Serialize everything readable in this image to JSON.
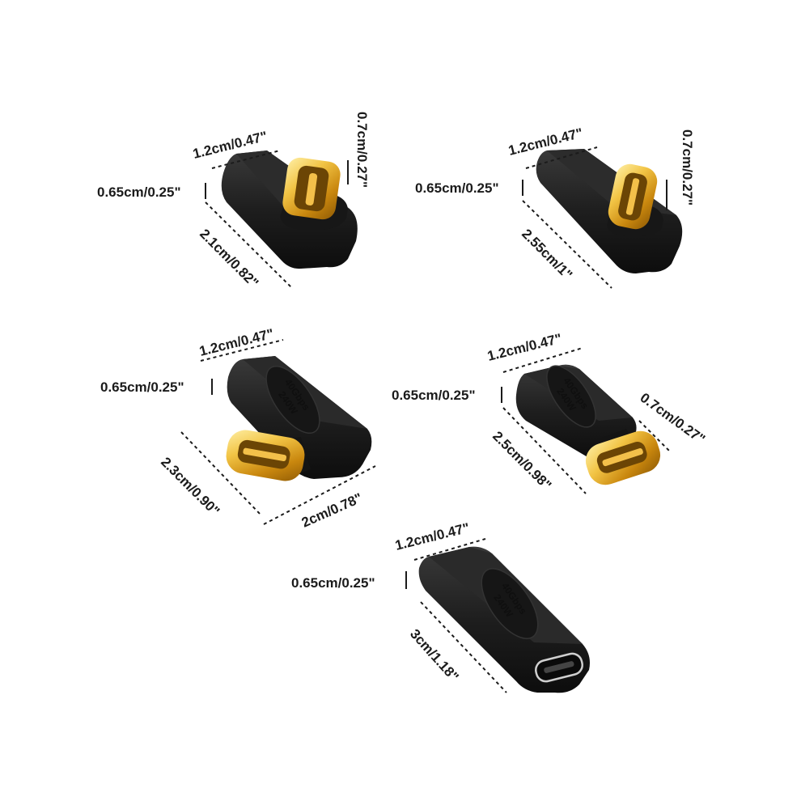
{
  "colors": {
    "background": "#ffffff",
    "body": "#1f1f1f",
    "gold": "#e0a81e",
    "label": "#1b1b1b"
  },
  "adapters": [
    {
      "name": "u-shape-adapter-a",
      "width": "1.2cm/0.47\"",
      "height": "0.65cm/0.25\"",
      "length": "2.1cm/0.82\"",
      "plug": "0.7cm/0.27\""
    },
    {
      "name": "u-shape-adapter-b",
      "width": "1.2cm/0.47\"",
      "height": "0.65cm/0.25\"",
      "length": "2.55cm/1\"",
      "plug": "0.7cm/0.27\""
    },
    {
      "name": "right-angle-adapter",
      "width": "1.2cm/0.47\"",
      "height": "0.65cm/0.25\"",
      "length": "2.3cm/0.90\"",
      "depth": "2cm/0.78\"",
      "emboss_line1": "40Gbps",
      "emboss_line2": "240W"
    },
    {
      "name": "straight-male-female-adapter",
      "width": "1.2cm/0.47\"",
      "height": "0.65cm/0.25\"",
      "length": "2.5cm/0.98\"",
      "plug": "0.7cm/0.27\"",
      "emboss_line1": "40Gbps",
      "emboss_line2": "240W"
    },
    {
      "name": "female-female-coupler",
      "width": "1.2cm/0.47\"",
      "height": "0.65cm/0.25\"",
      "length": "3cm/1.18\"",
      "emboss_line1": "40Gbps",
      "emboss_line2": "240W"
    }
  ]
}
